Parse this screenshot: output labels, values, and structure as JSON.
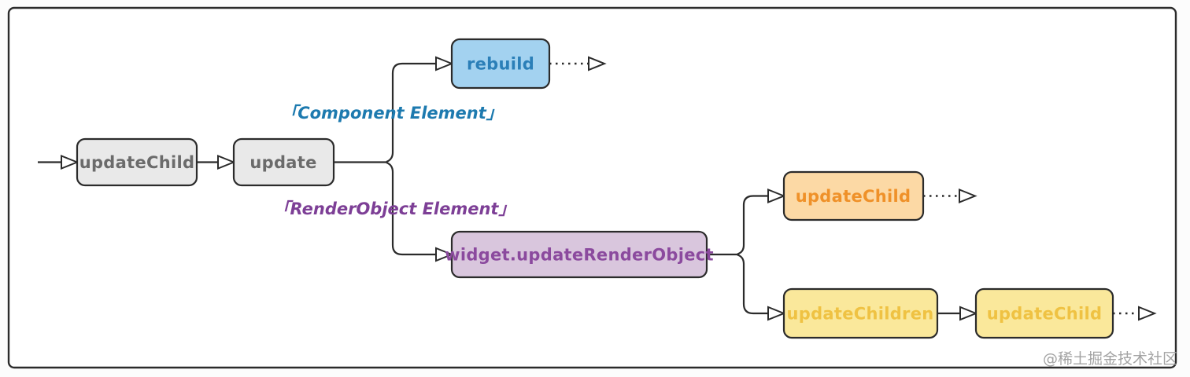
{
  "diagram": {
    "line_color": "#2b2b2b",
    "nodes": [
      {
        "id": "update-child-entry",
        "label": "updateChild",
        "fill": "#e9e9e9",
        "text_color": "#6b6b6b"
      },
      {
        "id": "update",
        "label": "update",
        "fill": "#e9e9e9",
        "text_color": "#6b6b6b"
      },
      {
        "id": "rebuild",
        "label": "rebuild",
        "fill": "#a3d2f0",
        "text_color": "#2b7fb8"
      },
      {
        "id": "widget-update-render-object",
        "label": "widget.updateRenderObject",
        "fill": "#d9c6dd",
        "text_color": "#8b4a9e"
      },
      {
        "id": "update-child-render",
        "label": "updateChild",
        "fill": "#fcd9a5",
        "text_color": "#ef9129"
      },
      {
        "id": "update-children",
        "label": "updateChildren",
        "fill": "#fae89b",
        "text_color": "#efc243"
      },
      {
        "id": "update-child-last",
        "label": "updateChild",
        "fill": "#fae89b",
        "text_color": "#efc243"
      }
    ],
    "branch_labels": [
      {
        "text": "「Component Element」",
        "color": "#1d7aaf"
      },
      {
        "text": "「RenderObject Element」",
        "color": "#7d3f96"
      }
    ],
    "watermark": "@稀土掘金技术社区"
  }
}
